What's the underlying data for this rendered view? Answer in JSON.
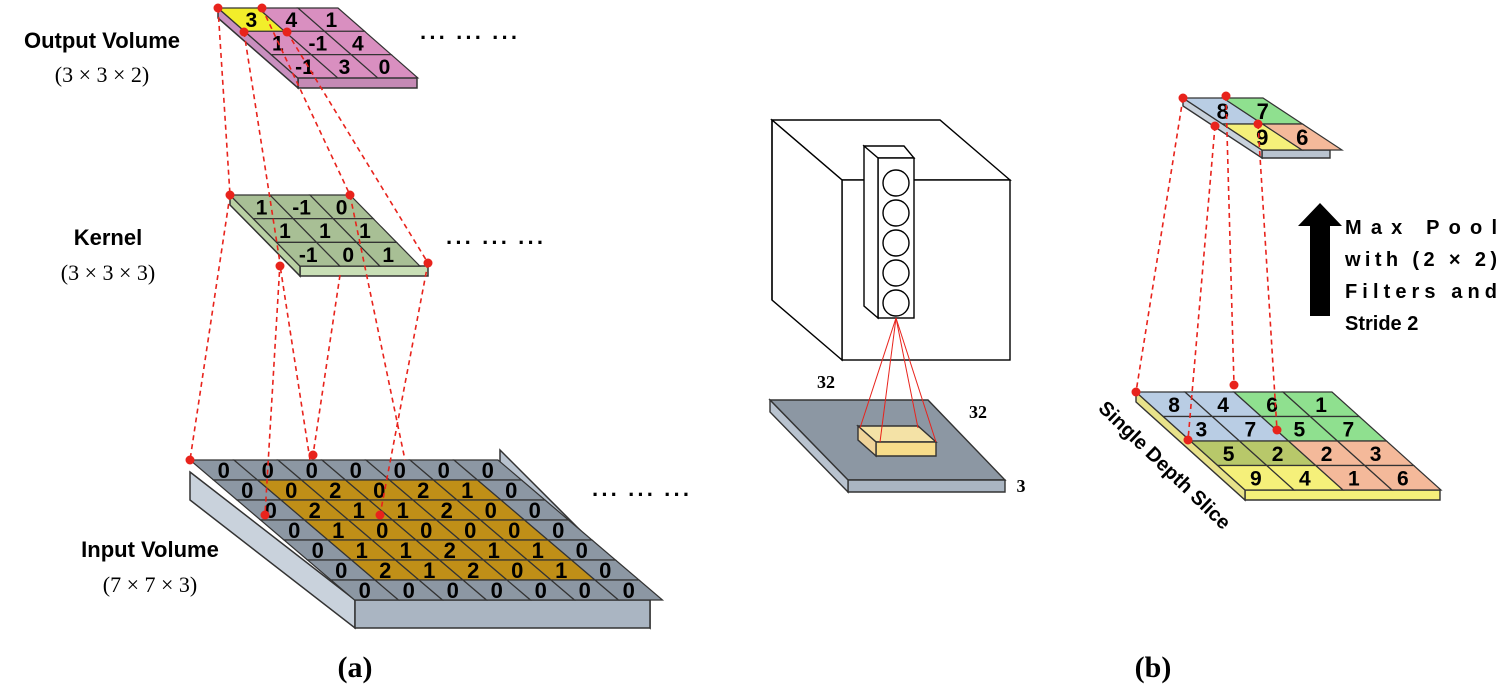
{
  "panel_a": {
    "caption": "(a)",
    "output_volume": {
      "title": "Output Volume",
      "dims": "(3 × 3 × 2)",
      "cells": [
        [
          "3",
          "4",
          "1"
        ],
        [
          "1",
          "-1",
          "4"
        ],
        [
          "-1",
          "3",
          "0"
        ]
      ],
      "highlight_color": "#f2ee2a",
      "face_color": "#d98fc0",
      "edge_color": "#c58ab5"
    },
    "kernel": {
      "title": "Kernel",
      "dims": "(3 × 3 × 3)",
      "cells": [
        [
          "1",
          "-1",
          "0"
        ],
        [
          "1",
          "1",
          "1"
        ],
        [
          "-1",
          "0",
          "1"
        ]
      ],
      "face_color": "#a8bf95",
      "edge_color": "#c9dfb6"
    },
    "input_volume": {
      "title": "Input Volume",
      "dims": "(7 × 7 × 3)",
      "cells": [
        [
          "0",
          "0",
          "0",
          "0",
          "0",
          "0",
          "0"
        ],
        [
          "0",
          "0",
          "2",
          "0",
          "2",
          "1",
          "0"
        ],
        [
          "0",
          "2",
          "1",
          "1",
          "2",
          "0",
          "0"
        ],
        [
          "0",
          "1",
          "0",
          "0",
          "0",
          "0",
          "0"
        ],
        [
          "0",
          "1",
          "1",
          "2",
          "1",
          "1",
          "0"
        ],
        [
          "0",
          "2",
          "1",
          "2",
          "0",
          "1",
          "0"
        ],
        [
          "0",
          "0",
          "0",
          "0",
          "0",
          "0",
          "0"
        ]
      ],
      "pad_color": "#8c97a3",
      "inner_color": "#c08f17",
      "side_color": "#b9c3cf"
    },
    "ellipsis": "··· ··· ···",
    "connector_color": "#e8231c"
  },
  "panel_b": {
    "caption": "(b)",
    "volume": {
      "width_label": "32",
      "height_label": "32",
      "depth_label": "3"
    },
    "pooled": {
      "cells": [
        [
          "8",
          "7"
        ],
        [
          "9",
          "6"
        ]
      ]
    },
    "pool_label": [
      "Max Pool",
      "with (2 × 2)",
      "Filters and",
      "Stride 2"
    ],
    "slice_label": "Single Depth Slice",
    "slice_cells": [
      [
        "8",
        "4",
        "6",
        "1"
      ],
      [
        "3",
        "7",
        "5",
        "7"
      ],
      [
        "5",
        "2",
        "2",
        "3"
      ],
      [
        "9",
        "4",
        "1",
        "6"
      ]
    ],
    "colors": {
      "blue": "#b9cde4",
      "green": "#8fe08f",
      "yellow": "#f5f07a",
      "salmon": "#f4b99a",
      "olive": "#b8c86a"
    }
  }
}
